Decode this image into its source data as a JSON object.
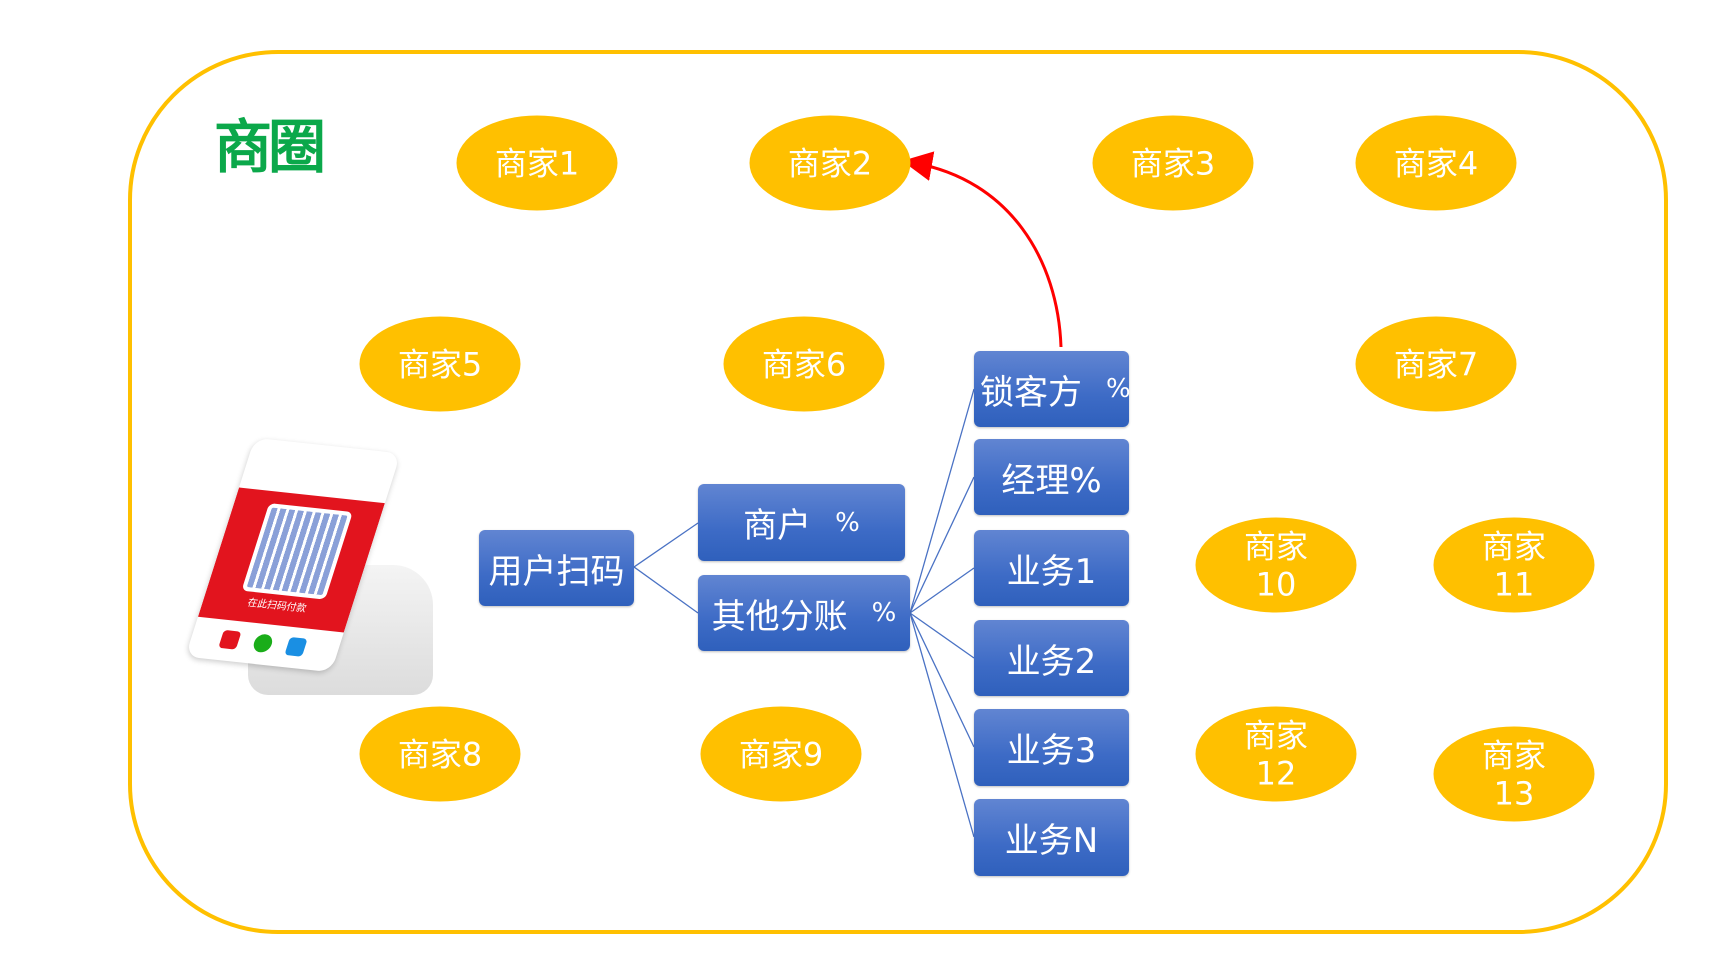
{
  "title": "商圈",
  "merchants": [
    "商家1",
    "商家2",
    "商家3",
    "商家4",
    "商家5",
    "商家6",
    "商家7",
    "商家8",
    "商家9",
    "商家10",
    "商家11",
    "商家12",
    "商家13"
  ],
  "flow": {
    "scan": "用户扫码",
    "merchant": {
      "label": "商户",
      "pct": "%"
    },
    "other": {
      "label": "其他分账",
      "pct": "%"
    },
    "splits": [
      {
        "label": "锁客方",
        "pct": "%"
      },
      {
        "label": "经理%"
      },
      {
        "label": "业务1"
      },
      {
        "label": "业务2"
      },
      {
        "label": "业务3"
      },
      {
        "label": "业务N"
      }
    ]
  },
  "device": {
    "caption": "在此扫码付款"
  },
  "colors": {
    "merchant": "#ffc000",
    "box": "#3d6bc6",
    "arrow": "#ff0000",
    "logo": "#0ba84a"
  }
}
